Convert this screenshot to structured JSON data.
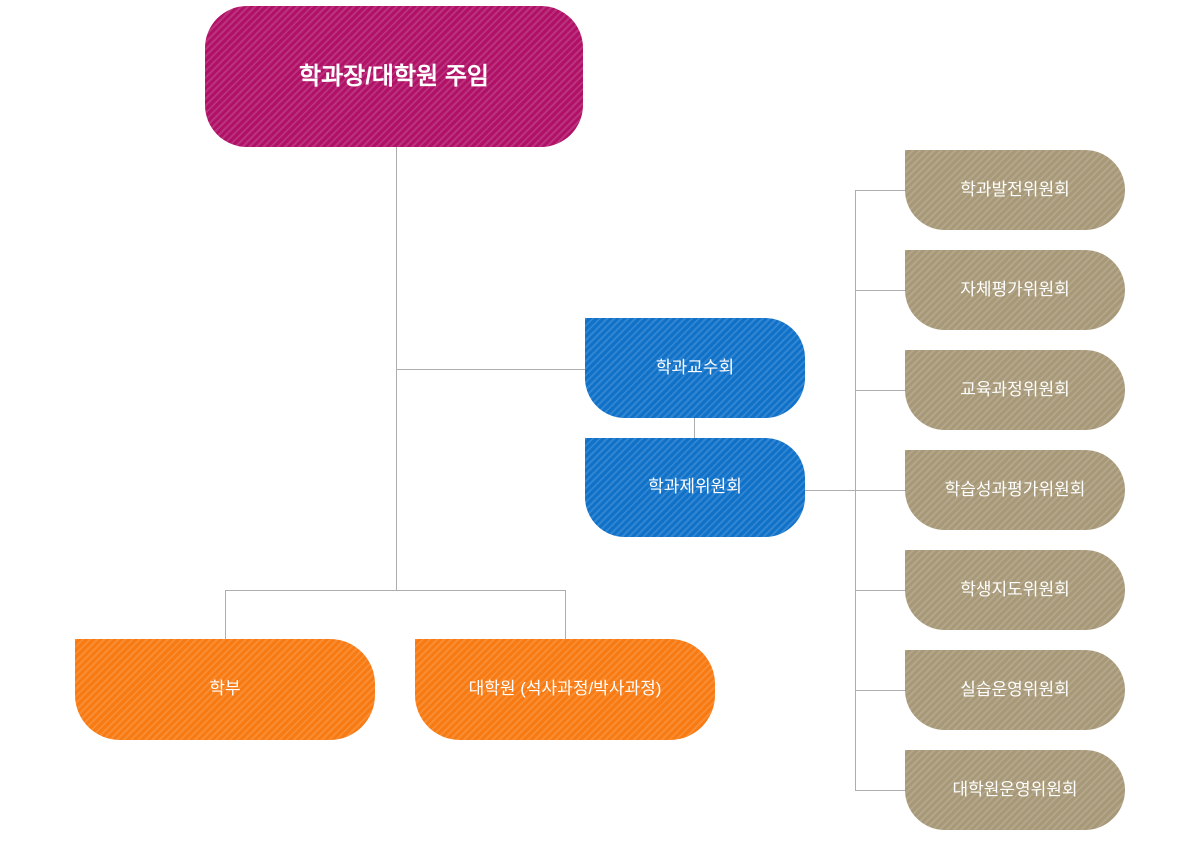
{
  "diagram": {
    "type": "org-chart",
    "root": {
      "label": "학과장/대학원 주임"
    },
    "faculty_council": {
      "label": "학과교수회"
    },
    "committee_board": {
      "label": "학과제위원회"
    },
    "programs": [
      {
        "label": "학부"
      },
      {
        "label": "대학원 (석사과정/박사과정)"
      }
    ],
    "committees": [
      {
        "label": "학과발전위원회"
      },
      {
        "label": "자체평가위원회"
      },
      {
        "label": "교육과정위원회"
      },
      {
        "label": "학습성과평가위원회"
      },
      {
        "label": "학생지도위원회"
      },
      {
        "label": "실습운영위원회"
      },
      {
        "label": "대학원운영위원회"
      }
    ],
    "colors": {
      "root": "#b01167",
      "council": "#1071c9",
      "program": "#f87a12",
      "committee": "#a79877",
      "connector": "#adadad"
    }
  }
}
